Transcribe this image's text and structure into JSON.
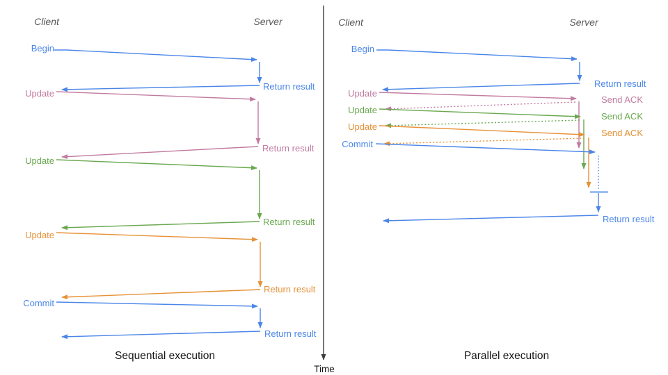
{
  "colors": {
    "blue": "#4a86e8",
    "pink": "#c27ba0",
    "green": "#6aa84f",
    "orange": "#e69138",
    "axis": "#3d3d3d",
    "header": "#595959",
    "title": "#161616"
  },
  "time_axis": {
    "label": "Time"
  },
  "sequential": {
    "title": "Sequential execution",
    "client_header": "Client",
    "server_header": "Server",
    "steps": [
      {
        "request": "Begin",
        "response": "Return result",
        "color": "blue"
      },
      {
        "request": "Update",
        "response": "Return result",
        "color": "pink"
      },
      {
        "request": "Update",
        "response": "Return result",
        "color": "green"
      },
      {
        "request": "Update",
        "response": "Return result",
        "color": "orange"
      },
      {
        "request": "Commit",
        "response": "Return result",
        "color": "blue"
      }
    ]
  },
  "parallel": {
    "title": "Parallel execution",
    "client_header": "Client",
    "server_header": "Server",
    "steps": [
      {
        "request": "Begin",
        "response": "Return result",
        "color": "blue"
      },
      {
        "request": "Update",
        "response": "Send ACK",
        "color": "pink"
      },
      {
        "request": "Update",
        "response": "Send ACK",
        "color": "green"
      },
      {
        "request": "Update",
        "response": "Send ACK",
        "color": "orange"
      },
      {
        "request": "Commit",
        "response": "Return result",
        "color": "blue"
      }
    ]
  }
}
